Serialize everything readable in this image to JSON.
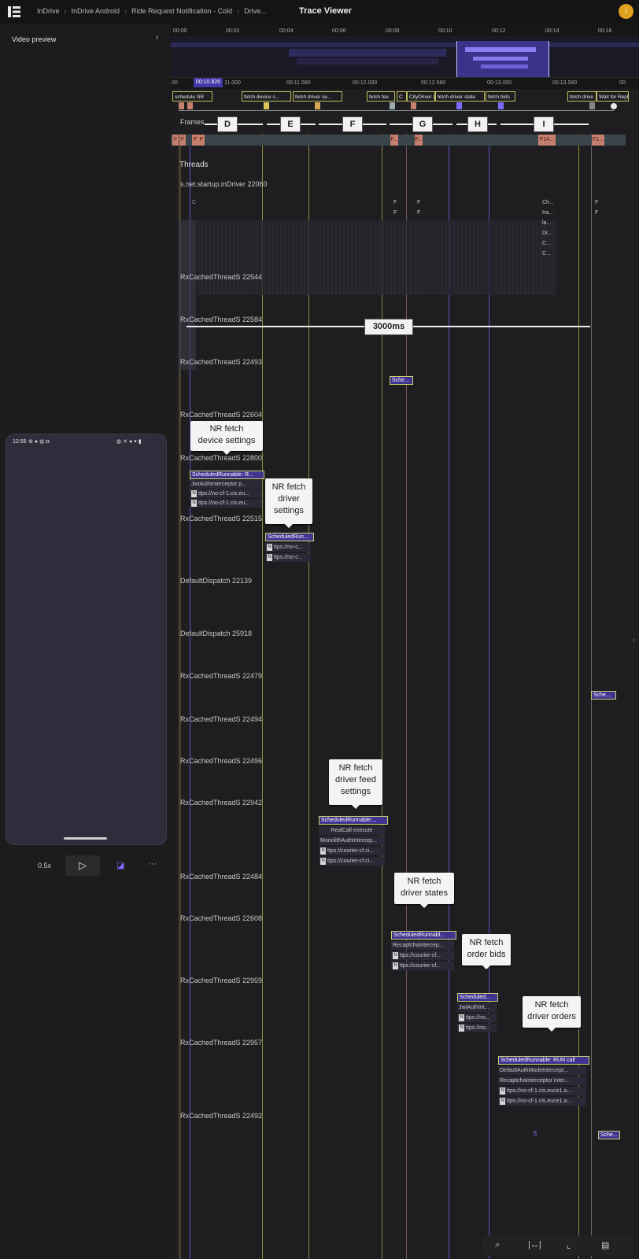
{
  "header": {
    "breadcrumb": [
      "InDrive",
      "InDrive Android",
      "Ride Request Notification - Cold",
      "Drive..."
    ],
    "title": "Trace Viewer",
    "avatar_initial": "i"
  },
  "video_panel": {
    "title": "Video preview",
    "phone_time": "12:55",
    "speed": "0.5x"
  },
  "timeline": {
    "top_ticks": [
      "00:00",
      "00:02",
      "00:04",
      "00:06",
      "00:08",
      "00:10",
      "00:12",
      "00:14",
      "00:16"
    ],
    "detail_ticks": [
      "00",
      "00:11.580",
      "00:12.000",
      "00:12.580",
      "00:13.000",
      "00:13.580",
      "00"
    ],
    "cursor_time": "00:10.826",
    "detail_tick_extra": "11.000"
  },
  "top_slices": {
    "s1": "schedule NR",
    "s2": "fetch device s...",
    "s3": "fetch driver se...",
    "s4": "fetch fee",
    "s5": "C",
    "s6": "CityDriver (",
    "s7": "fetch driver state",
    "s8": "fetch bids",
    "s9": "fetch drive",
    "s10": "Wait for Repl"
  },
  "segments": [
    "D",
    "E",
    "F",
    "G",
    "H",
    "I"
  ],
  "frames": {
    "label": "Frames",
    "markers": [
      "F",
      "F",
      "F",
      "F",
      "F...",
      "F...",
      "F14...",
      "F1..."
    ]
  },
  "threads": {
    "label": "Threads",
    "process": "s.net.startup.inDriver 22060",
    "rows": [
      "RxCachedThreadS 22544",
      "RxCachedThreadS 22584",
      "RxCachedThreadS 22493",
      "RxCachedThreadS 22604",
      "RxCachedThreadS 22800",
      "RxCachedThreadS 22515",
      "DefaultDispatch 22139",
      "DefaultDispatch 25918",
      "RxCachedThreadS 22479",
      "RxCachedThreadS 22494",
      "RxCachedThreadS 22496",
      "RxCachedThreadS 22942",
      "RxCachedThreadS 22484",
      "RxCachedThreadS 22608",
      "RxCachedThreadS 22959",
      "RxCachedThreadS 22957",
      "RxCachedThreadS 22492"
    ]
  },
  "main_thread_labels": [
    "C",
    "F",
    "F",
    "F",
    "F",
    "Ch...",
    "tra...",
    "la...",
    "Dr...",
    "C...",
    "C...",
    "F",
    "F"
  ],
  "duration_label": "3000ms",
  "callouts": {
    "c1": "NR fetch device settings",
    "c2": "NR fetch driver settings",
    "c3": "NR fetch driver feed settings",
    "c4": "NR fetch driver states",
    "c5": "NR fetch order bids",
    "c6": "NR fetch driver orders"
  },
  "callout_lines": {
    "c1": [
      "NR fetch",
      "device settings"
    ],
    "c2": [
      "NR fetch",
      "driver",
      "settings"
    ],
    "c3": [
      "NR fetch",
      "driver feed",
      "settings"
    ],
    "c4": [
      "NR fetch",
      "driver states"
    ],
    "c5": [
      "NR fetch",
      "order bids"
    ],
    "c6": [
      "NR fetch",
      "driver orders"
    ]
  },
  "slices": {
    "g1": [
      "ScheduledRunnable: R...",
      "JwtAuthInterceptor p...",
      "ttps://no-cf-1.cis.eu...",
      "ttps://no-cf-1.cis.eu..."
    ],
    "g2": [
      "ScheduledRun...",
      "ttps://no-c...",
      "ttps://no-c..."
    ],
    "g3": [
      "ScheduledRunnable:...",
      "RealCall execute",
      "MonolithAuthIntercep...",
      "ttps://courier-cf.ci...",
      "ttps://courier-cf.ci..."
    ],
    "g4": [
      "ScheduledRunnabl...",
      "RecaptchaIntercep...",
      "ttps://courier-cf...",
      "ttps://courier-cf..."
    ],
    "g5": [
      "Scheduled...",
      "JwtAuthInt...",
      "ttps://no...",
      "ttps://no..."
    ],
    "g6": [
      "ScheduledRunnable: RUN call",
      "DefaultAuthModeIntercept...",
      "RecaptchaInterceptor inter...",
      "ttps://no-cf-1.cis.euce1.a...",
      "ttps://no-cf-1.cis.euce1.a..."
    ],
    "sche1": "Sche...",
    "sche2": "Sche...",
    "sche3": "Sche...",
    "s_marker": "S"
  },
  "badge_letter": "N",
  "colors": {
    "accent": "#4538a8",
    "slice_border": "#bdbd60",
    "frame_red": "#c77f6d",
    "avatar": "#e0a21e"
  },
  "icons": {
    "search": "search-icon",
    "fit": "fit-width-icon",
    "select": "select-icon",
    "settings": "panel-settings-icon"
  }
}
